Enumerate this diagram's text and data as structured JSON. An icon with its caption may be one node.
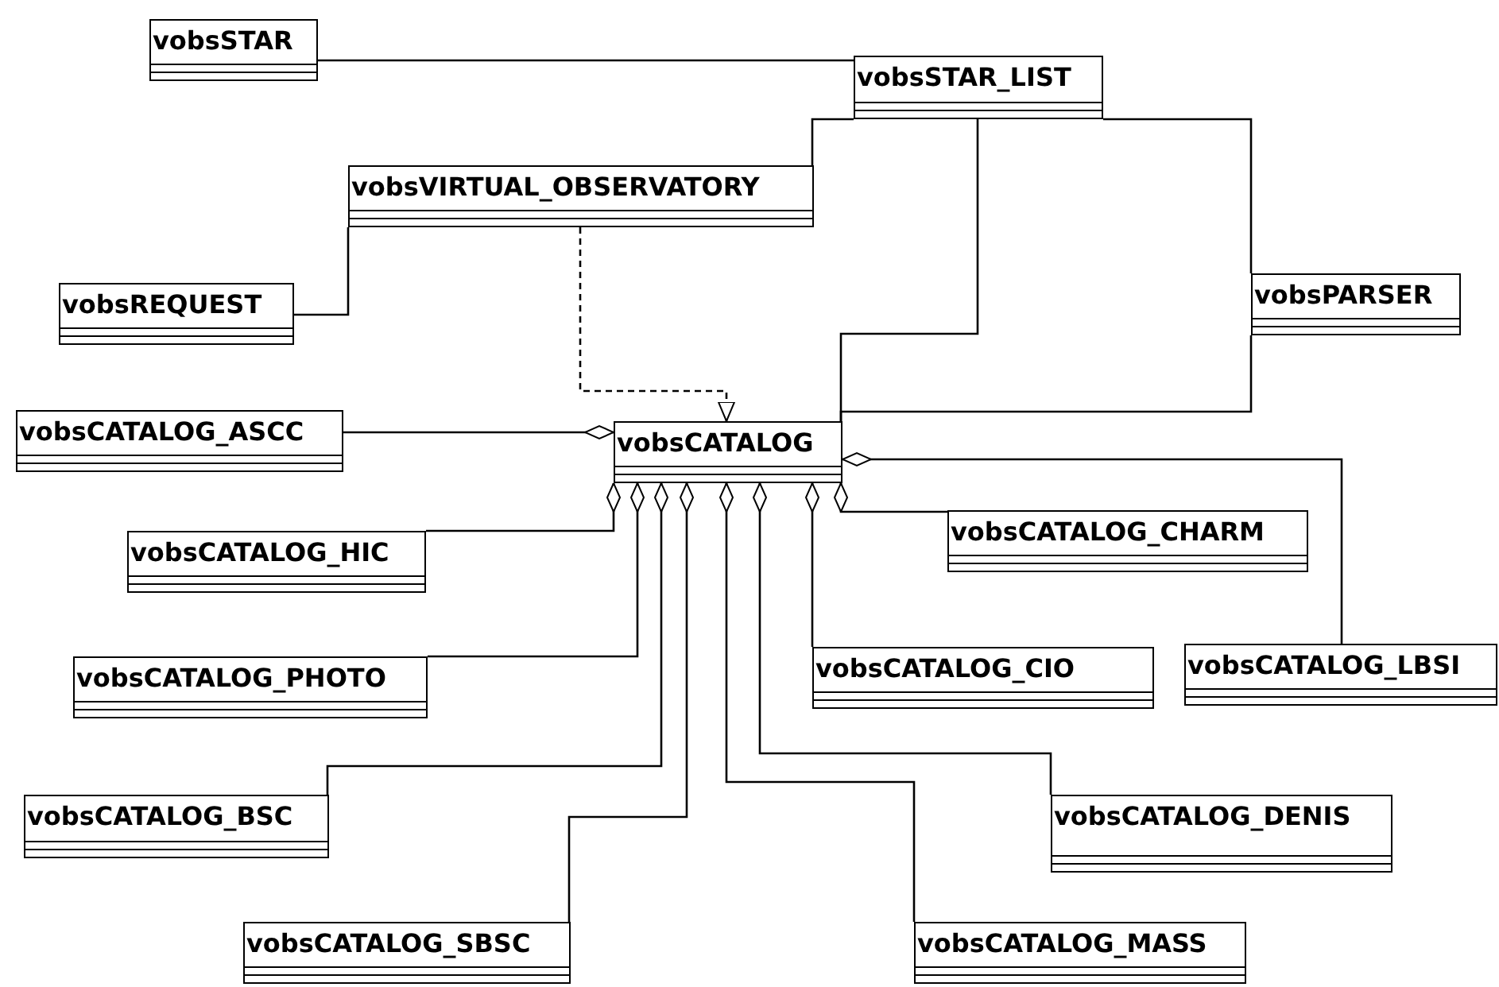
{
  "diagram": {
    "nodes": [
      {
        "text": [
          "vobsSTAR"
        ]
      },
      {
        "text": [
          "vobsSTAR_LIST"
        ]
      },
      {
        "text": [
          "vobsVIRTUAL_OBSERVATORY"
        ]
      },
      {
        "text": [
          "vobsREQUEST"
        ]
      },
      {
        "text": [
          "vobsPARSER"
        ]
      },
      {
        "text": [
          "vobsCATALOG_ASCC"
        ]
      },
      {
        "text": [
          "vobsCATALOG"
        ]
      },
      {
        "text": [
          "vobsCATALOG_HIC"
        ]
      },
      {
        "text": [
          "vobsCATALOG_CHARM"
        ]
      },
      {
        "text": [
          "vobsCATALOG_PHOTO"
        ]
      },
      {
        "text": [
          "vobsCATALOG_CIO"
        ]
      },
      {
        "text": [
          "vobsCATALOG_LBSI"
        ]
      },
      {
        "text": [
          "vobsCATALOG_BSC"
        ]
      },
      {
        "text": [
          "vobsCATALOG_DENIS"
        ]
      },
      {
        "text": [
          "vobsCATALOG_SBSC"
        ]
      },
      {
        "text": [
          "vobsCATALOG_MASS"
        ]
      }
    ],
    "edges": [
      {
        "from": 0,
        "to": 1,
        "arrow": "none"
      },
      {
        "from": 1,
        "to": 2,
        "arrow": "none"
      },
      {
        "from": 1,
        "to": 6,
        "arrow": "none"
      },
      {
        "from": 1,
        "to": 4,
        "arrow": "none"
      },
      {
        "from": 4,
        "to": 6,
        "arrow": "none"
      },
      {
        "from": 3,
        "to": 2,
        "arrow": "none"
      },
      {
        "from": 2,
        "to": 6,
        "arrow": "to",
        "style": "dashed"
      },
      {
        "from": 6,
        "to": 5,
        "arrow": "other"
      },
      {
        "from": 6,
        "to": 7,
        "arrow": "other"
      },
      {
        "from": 6,
        "to": 9,
        "arrow": "other"
      },
      {
        "from": 6,
        "to": 12,
        "arrow": "other"
      },
      {
        "from": 6,
        "to": 14,
        "arrow": "other"
      },
      {
        "from": 6,
        "to": 15,
        "arrow": "other"
      },
      {
        "from": 6,
        "to": 13,
        "arrow": "other"
      },
      {
        "from": 6,
        "to": 10,
        "arrow": "other"
      },
      {
        "from": 6,
        "to": 8,
        "arrow": "other"
      },
      {
        "from": 6,
        "to": 11,
        "arrow": "other"
      }
    ]
  }
}
